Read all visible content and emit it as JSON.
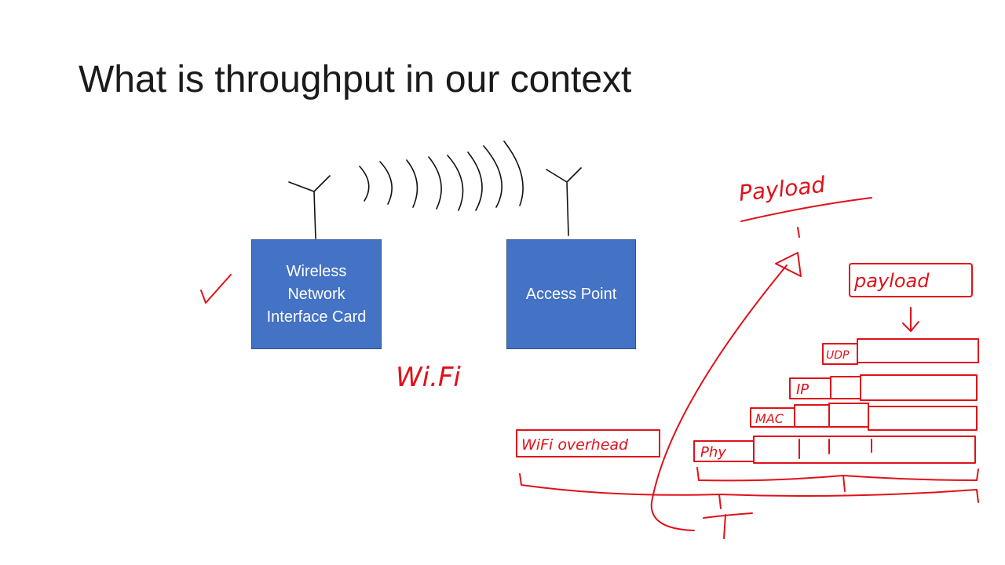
{
  "slide": {
    "title": "What is throughput in our context",
    "accent_color": "#4472c4",
    "ink_color": "#e0111a"
  },
  "diagram": {
    "nodes": [
      {
        "id": "nic",
        "label": "Wireless\nNetwork\nInterface Card"
      },
      {
        "id": "ap",
        "label": "Access Point"
      }
    ]
  },
  "annotations": {
    "wifi": "Wi.Fi",
    "payload_top": "Payload",
    "payload_box": "payload",
    "layers": [
      "UDP",
      "IP",
      "MAC",
      "Phy"
    ],
    "wifi_overhead": "WiFi overhead"
  }
}
